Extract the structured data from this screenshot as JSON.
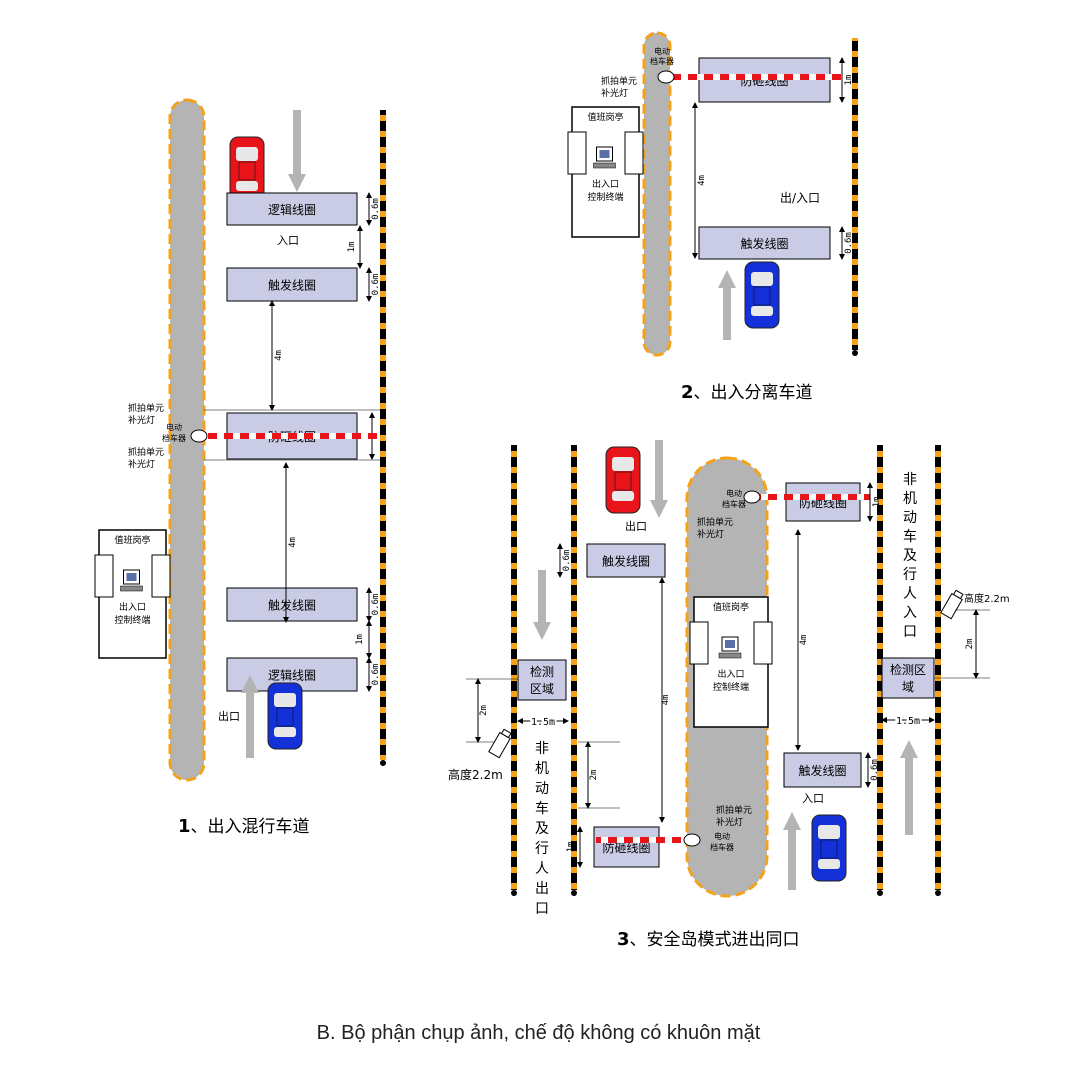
{
  "diagram1": {
    "number": "1",
    "caption": "、出入混行车道",
    "logic_loop": "逻辑线圈",
    "trigger_loop": "触发线圈",
    "antismash_loop": "防砸线圈",
    "entrance": "入口",
    "exit": "出口",
    "capture_unit": "抓拍单元",
    "fill_light": "补光灯",
    "barrier": [
      "电动",
      "档车器"
    ],
    "booth": "值班岗亭",
    "terminal": [
      "出入口",
      "控制终端"
    ],
    "d_06": "0.6m",
    "d_1": "1m",
    "d_4": "4m"
  },
  "diagram2": {
    "number": "2",
    "caption": "、出入分离车道",
    "barrier": [
      "电动",
      "档车器"
    ],
    "capture_unit": "抓拍单元",
    "fill_light": "补光灯",
    "antismash_loop": "防砸线圈",
    "trigger_loop": "触发线圈",
    "booth": "值班岗亭",
    "terminal": [
      "出入口",
      "控制终端"
    ],
    "in_out": "出/入口",
    "d_1": "1m",
    "d_06": "0.6m",
    "d_4": "4m"
  },
  "diagram3": {
    "number": "3",
    "caption": "、安全岛模式进出同口",
    "exit": "出口",
    "entrance": "入口",
    "barrier": [
      "电动",
      "档车器"
    ],
    "capture_unit": "抓拍单元",
    "fill_light": "补光灯",
    "antismash_loop": "防砸线圈",
    "trigger_loop": "触发线圈",
    "booth": "值班岗亭",
    "terminal": [
      "出入口",
      "控制终端"
    ],
    "detect_left": [
      "检测",
      "区域"
    ],
    "detect_right": [
      "检测区",
      "域"
    ],
    "nonmotor_in": [
      "非",
      "机",
      "动",
      "车",
      "及",
      "行",
      "人",
      "入",
      "口"
    ],
    "nonmotor_out": [
      "非",
      "机",
      "动",
      "车",
      "及",
      "行",
      "人",
      "出",
      "口"
    ],
    "height": "高度2.2m",
    "d_15": "1.5m",
    "d_2": "2m",
    "d_06": "0.6m",
    "d_1": "1m",
    "d_4": "4m"
  },
  "footer": "B. Bộ phận chụp ảnh, chế độ không có khuôn mặt",
  "colors": {
    "loop": "#c9cce4",
    "island": "#b4b4b4",
    "island_border": "#f4a21a",
    "post": "#000000",
    "red_car": "#e8141a",
    "blue_car": "#1430d8",
    "arrow": "#b4b4b4",
    "barrier_red": "#e8141a"
  }
}
